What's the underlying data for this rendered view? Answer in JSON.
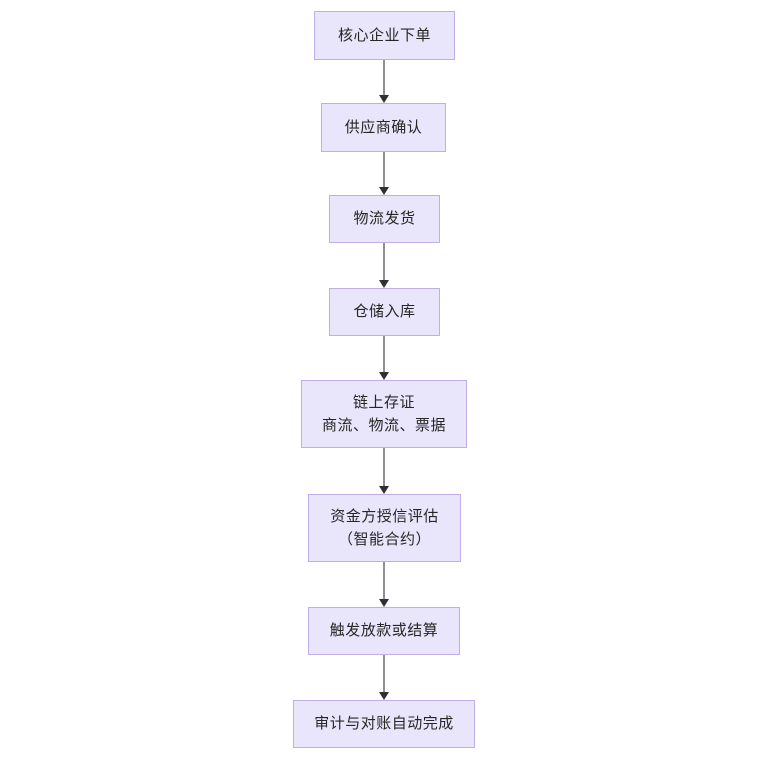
{
  "diagram": {
    "type": "flowchart",
    "orientation": "top-to-bottom",
    "background_color": "#ffffff",
    "node_fill_color": "#e9e5fb",
    "node_border_color": "#bfaee8",
    "node_text_color": "#262626",
    "connector_line_color": "#8f8f96",
    "connector_arrow_color": "#2f2f35",
    "nodes": [
      {
        "id": "n1",
        "label": "核心企业下单",
        "line2": ""
      },
      {
        "id": "n2",
        "label": "供应商确认",
        "line2": ""
      },
      {
        "id": "n3",
        "label": "物流发货",
        "line2": ""
      },
      {
        "id": "n4",
        "label": "仓储入库",
        "line2": ""
      },
      {
        "id": "n5",
        "label": "链上存证",
        "line2": "商流、物流、票据"
      },
      {
        "id": "n6",
        "label": "资金方授信评估",
        "line2": "（智能合约）"
      },
      {
        "id": "n7",
        "label": "触发放款或结算",
        "line2": ""
      },
      {
        "id": "n8",
        "label": "审计与对账自动完成",
        "line2": ""
      }
    ],
    "edges": [
      {
        "from": "n1",
        "to": "n2"
      },
      {
        "from": "n2",
        "to": "n3"
      },
      {
        "from": "n3",
        "to": "n4"
      },
      {
        "from": "n4",
        "to": "n5"
      },
      {
        "from": "n5",
        "to": "n6"
      },
      {
        "from": "n6",
        "to": "n7"
      },
      {
        "from": "n7",
        "to": "n8"
      }
    ]
  }
}
